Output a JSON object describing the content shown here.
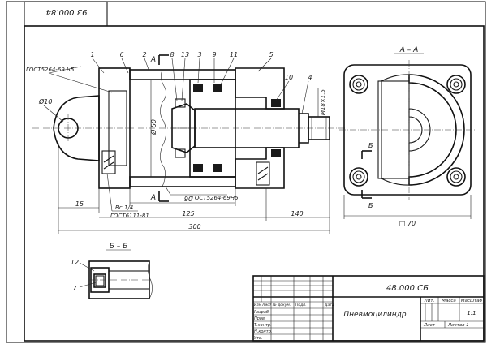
{
  "stamp": {
    "corner_code": "93 000.84"
  },
  "title_block": {
    "doc_number": "48.000 СБ",
    "product_name": "Пневмоцилиндр",
    "col_lit": "Лит.",
    "col_mass": "Масса",
    "col_scale": "Масштаб",
    "scale": "1:1",
    "sheet": "Лист",
    "sheets": "Листов 1",
    "row_headers": [
      "Изм",
      "Лист",
      "№ докум.",
      "Подп.",
      "Дата"
    ],
    "roles": [
      "Разраб.",
      "Пров.",
      "Т.контр.",
      "Н.контр.",
      "Утв."
    ]
  },
  "views": {
    "section_aa_label": "А – А",
    "section_bb_label": "Б – Б",
    "cut_a": "А",
    "cut_b": "Б"
  },
  "callouts": [
    "1",
    "6",
    "2",
    "8",
    "13",
    "3",
    "9",
    "11",
    "5",
    "10",
    "4",
    "12",
    "7"
  ],
  "dimensions": {
    "d10": "Ø10",
    "d50": "Ø 50",
    "m18": "М18×1,5",
    "d15": "15",
    "d90": "90",
    "d125": "125",
    "d140": "140",
    "d300": "300",
    "sq70": "□ 70"
  },
  "notes": {
    "gost_top": "ГОСТ5264-69 Ь5",
    "gost_bottom": "ГОСТ5264-69Н5",
    "thread": "Rc 1/4",
    "gost_thread": "ГОСТ6111-81"
  }
}
